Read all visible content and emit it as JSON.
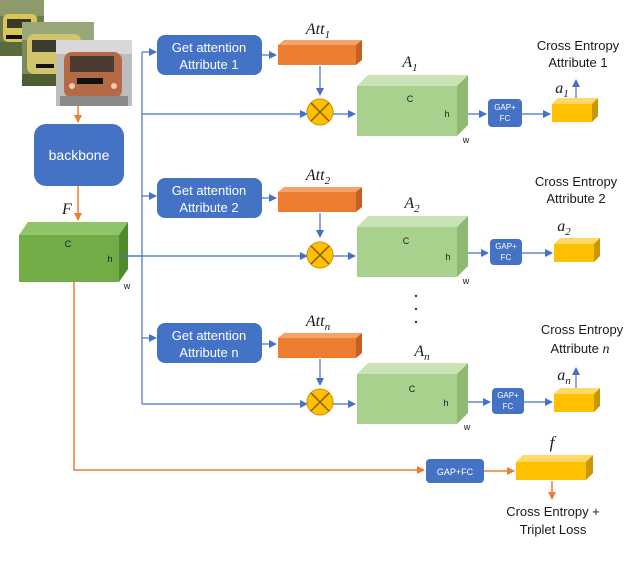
{
  "backbone": {
    "label": "backbone"
  },
  "feature_map": {
    "symbol": "F",
    "dims": [
      "C",
      "h",
      "w"
    ]
  },
  "branches": [
    {
      "get_attention": [
        "Get attention",
        "Attribute 1"
      ],
      "att_base": "Att",
      "att_sub": "1",
      "map_base": "A",
      "map_sub": "1",
      "gap": [
        "GAP+",
        "FC"
      ],
      "out_base": "a",
      "out_sub": "1",
      "loss": [
        "Cross Entropy",
        "Attribute 1"
      ]
    },
    {
      "get_attention": [
        "Get attention",
        "Attribute 2"
      ],
      "att_base": "Att",
      "att_sub": "2",
      "map_base": "A",
      "map_sub": "2",
      "gap": [
        "GAP+",
        "FC"
      ],
      "out_base": "a",
      "out_sub": "2",
      "loss": [
        "Cross Entropy",
        "Attribute 2"
      ]
    },
    {
      "get_attention": [
        "Get attention",
        "Attribute n"
      ],
      "att_base": "Att",
      "att_sub": "n",
      "map_base": "A",
      "map_sub": "n",
      "gap": [
        "GAP+",
        "FC"
      ],
      "out_base": "a",
      "out_sub": "n",
      "loss": [
        "Cross Entropy",
        "Attribute "
      ],
      "loss_italic": "n"
    }
  ],
  "map_dims": [
    "C",
    "h",
    "w"
  ],
  "global": {
    "gap_label": "GAP+FC",
    "feature_symbol": "f",
    "loss": [
      "Cross Entropy +",
      "Triplet Loss"
    ]
  },
  "colors": {
    "blue_box": "#4472c4",
    "orange": "#ed7d31",
    "green_dark": "#70ad47",
    "green_light": "#a9d18e",
    "yellow": "#ffc000",
    "arrow_blue": "#4472c4",
    "arrow_orange": "#ed7d31"
  }
}
